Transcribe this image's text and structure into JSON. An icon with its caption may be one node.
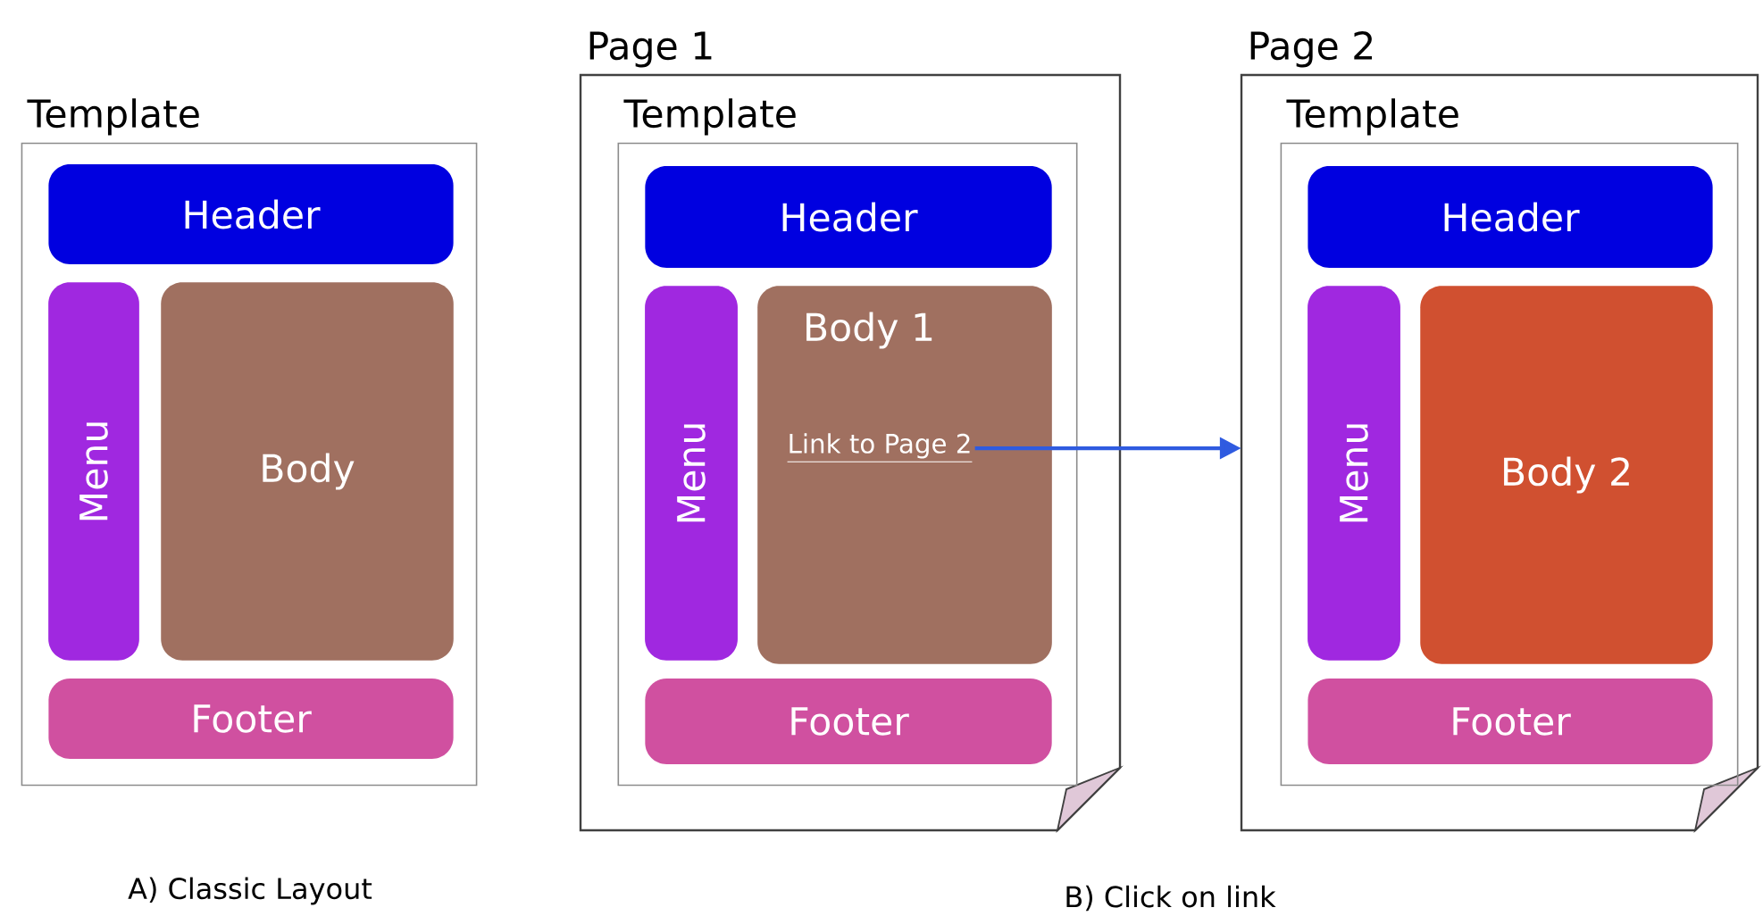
{
  "diagram": {
    "nodes": [
      {
        "text": [
          "Template"
        ]
      },
      {
        "text": [
          "Header"
        ],
        "in": 0
      },
      {
        "text": [
          "Menu"
        ],
        "in": 0
      },
      {
        "text": [
          "Body"
        ],
        "in": 0
      },
      {
        "text": [
          "Footer"
        ],
        "in": 0
      },
      {
        "text": [
          "Page 1"
        ]
      },
      {
        "text": [
          "Template"
        ],
        "in": 5
      },
      {
        "text": [
          "Header"
        ],
        "in": 6
      },
      {
        "text": [
          "Menu"
        ],
        "in": 6
      },
      {
        "text": [
          "Body 1"
        ],
        "in": 6
      },
      {
        "text": [
          "Link to Page 2"
        ],
        "in": 9
      },
      {
        "text": [
          "Footer"
        ],
        "in": 6
      },
      {
        "text": [
          "Page 2"
        ]
      },
      {
        "text": [
          "Template"
        ],
        "in": 12
      },
      {
        "text": [
          "Header"
        ],
        "in": 13
      },
      {
        "text": [
          "Menu"
        ],
        "in": 13
      },
      {
        "text": [
          "Body 2"
        ],
        "in": 13
      },
      {
        "text": [
          "Footer"
        ],
        "in": 13
      }
    ],
    "edges": [
      {
        "from": 10,
        "to": 12,
        "arrow": "to"
      }
    ],
    "labels": [
      "A) Classic Layout",
      "B) Click on link"
    ]
  }
}
